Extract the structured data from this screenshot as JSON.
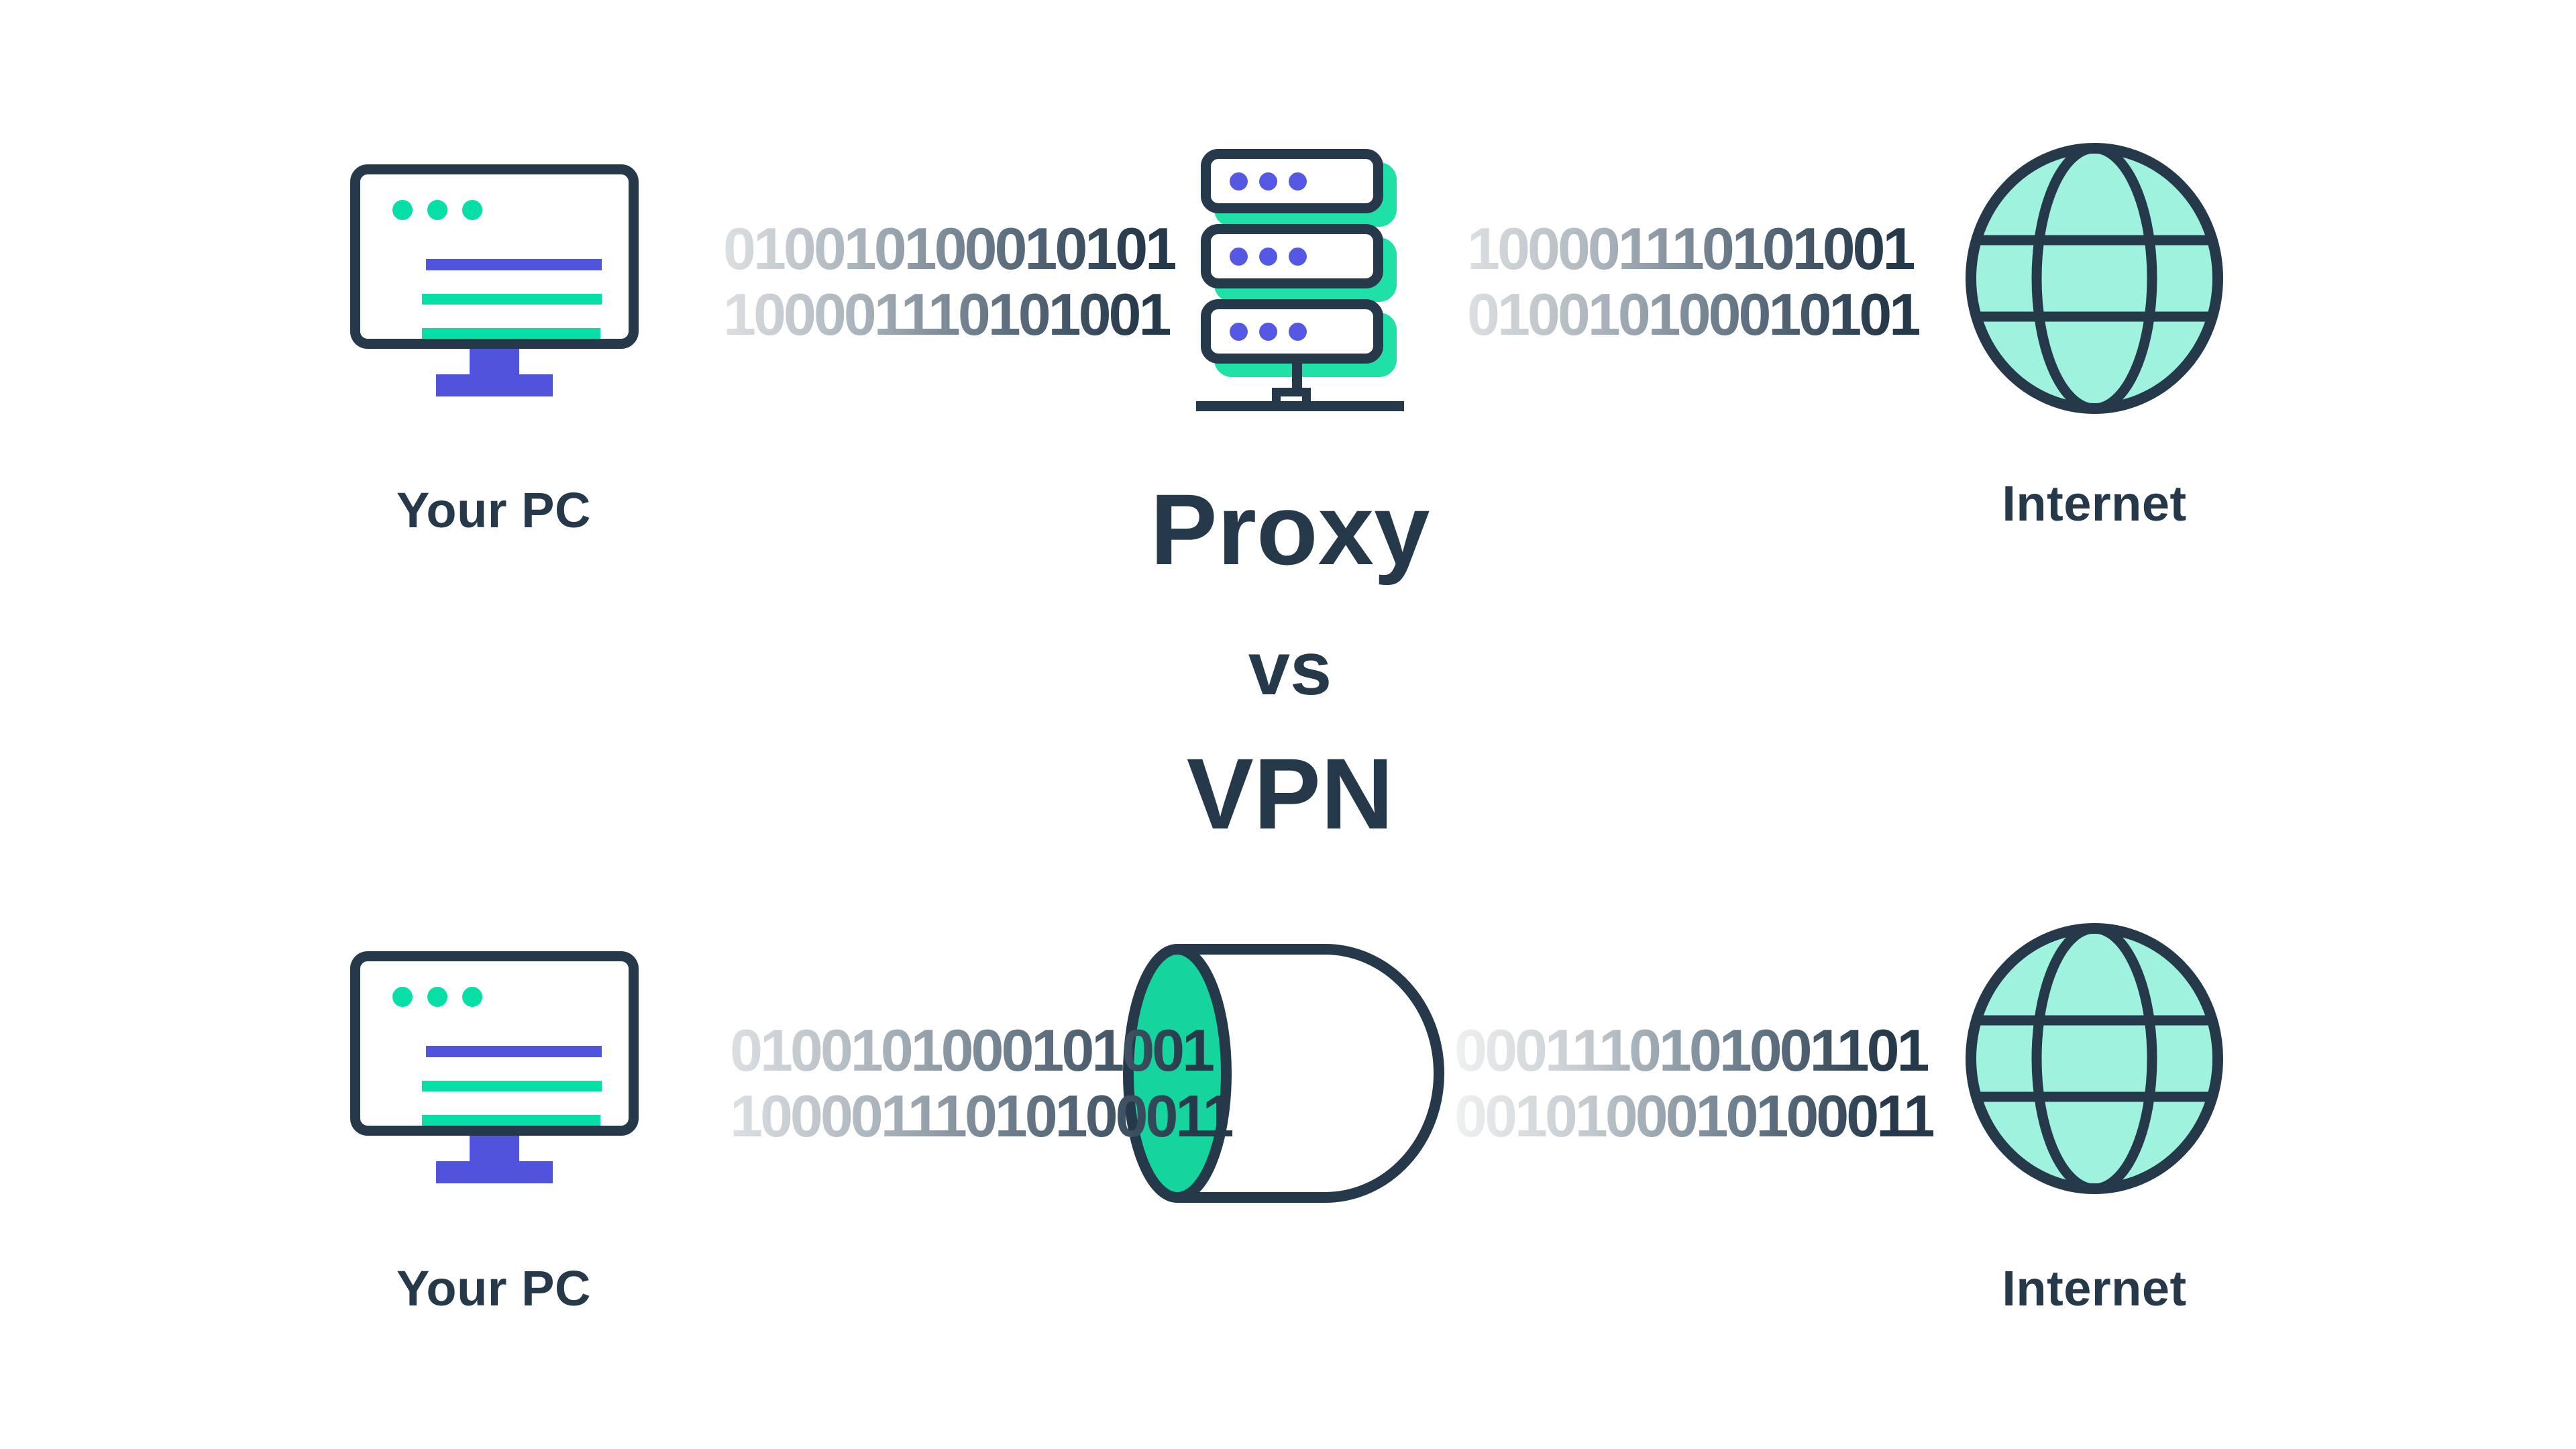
{
  "title": {
    "proxy": "Proxy",
    "vs": "vs",
    "vpn": "VPN"
  },
  "colors": {
    "navy": "#25394B",
    "indigo": "#5053DB",
    "bright_green": "#06E0A6",
    "server_shadow_green": "#1FE0A6",
    "tunnel_green": "#15D49E",
    "globe_aqua": "#9FF2DE",
    "binary_fade_light": "#DCE0E3"
  },
  "icons": {
    "pc": "pc-monitor-icon",
    "proxy": "proxy-server-stack-icon",
    "internet": "internet-globe-icon",
    "vpn": "vpn-tunnel-icon"
  },
  "proxy_row": {
    "pc_label": "Your PC",
    "internet_label": "Internet",
    "outbound_binary": [
      "010010100010101",
      "100001110101001"
    ],
    "inbound_binary": [
      "100001110101001",
      "010010100010101"
    ]
  },
  "vpn_row": {
    "pc_label": "Your PC",
    "internet_label": "Internet",
    "outbound_binary": [
      "0100101000101001",
      "10000111010100011"
    ],
    "inbound_binary": [
      "0001110101001101",
      "0010100010100011"
    ]
  }
}
